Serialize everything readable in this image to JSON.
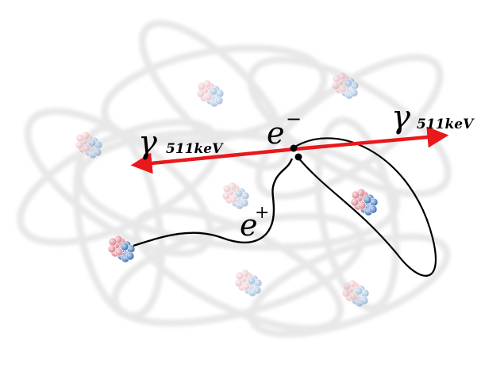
{
  "diagram": {
    "labels": {
      "gamma_left_symbol": "γ",
      "gamma_left_energy": "511keV",
      "gamma_right_symbol": "γ",
      "gamma_right_energy": "511keV",
      "electron_symbol": "e",
      "electron_charge": "−",
      "positron_symbol": "e",
      "positron_charge": "+"
    },
    "colors": {
      "photon_arrow": "#e8181c",
      "particle_path": "#000000",
      "faint_orbits": "#d9d9d9",
      "proton": "#e8a0a8",
      "neutron": "#5a8ccc"
    },
    "elements": [
      {
        "kind": "nucleus",
        "emphasis": "faint"
      },
      {
        "kind": "nucleus",
        "emphasis": "faint"
      },
      {
        "kind": "nucleus",
        "emphasis": "faint"
      },
      {
        "kind": "nucleus",
        "emphasis": "faint"
      },
      {
        "kind": "nucleus",
        "emphasis": "faint"
      },
      {
        "kind": "nucleus",
        "emphasis": "faint"
      },
      {
        "kind": "nucleus",
        "emphasis": "strong"
      },
      {
        "kind": "nucleus",
        "emphasis": "strong"
      }
    ]
  }
}
